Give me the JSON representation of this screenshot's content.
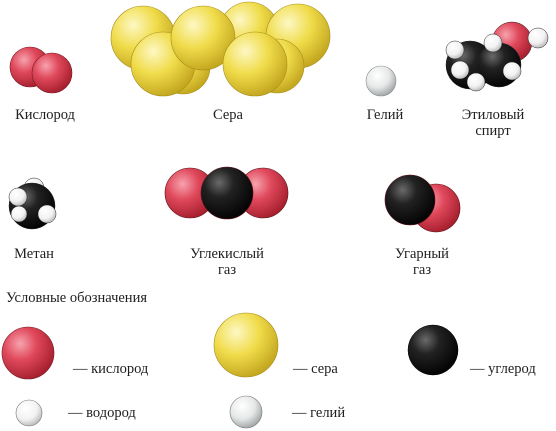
{
  "molecules": {
    "oxygen": {
      "label": "Кислород"
    },
    "sulfur": {
      "label": "Сера"
    },
    "helium": {
      "label": "Гелий"
    },
    "ethanol": {
      "label_lines": [
        "Этиловый",
        "спирт"
      ]
    },
    "methane": {
      "label": "Метан"
    },
    "carbon_dioxide": {
      "label_lines": [
        "Углекислый",
        "газ"
      ]
    },
    "carbon_monoxide": {
      "label_lines": [
        "Угарный",
        "газ"
      ]
    }
  },
  "legend": {
    "title": "Условные обозначения",
    "items": [
      {
        "atom": "oxygen",
        "label": "— кислород",
        "color": "#d63a4d"
      },
      {
        "atom": "sulfur",
        "label": "— сера",
        "color": "#f2df3c"
      },
      {
        "atom": "carbon",
        "label": "— углерод",
        "color": "#151515"
      },
      {
        "atom": "hydrogen",
        "label": "— водород",
        "color": "#f4f4f4"
      },
      {
        "atom": "helium",
        "label": "— гелий",
        "color": "#e9eaea"
      }
    ]
  },
  "colors": {
    "oxygen": "#d63a4d",
    "sulfur": "#f2df3c",
    "carbon": "#151515",
    "hydrogen": "#f4f4f4",
    "helium": "#e9eaea"
  }
}
